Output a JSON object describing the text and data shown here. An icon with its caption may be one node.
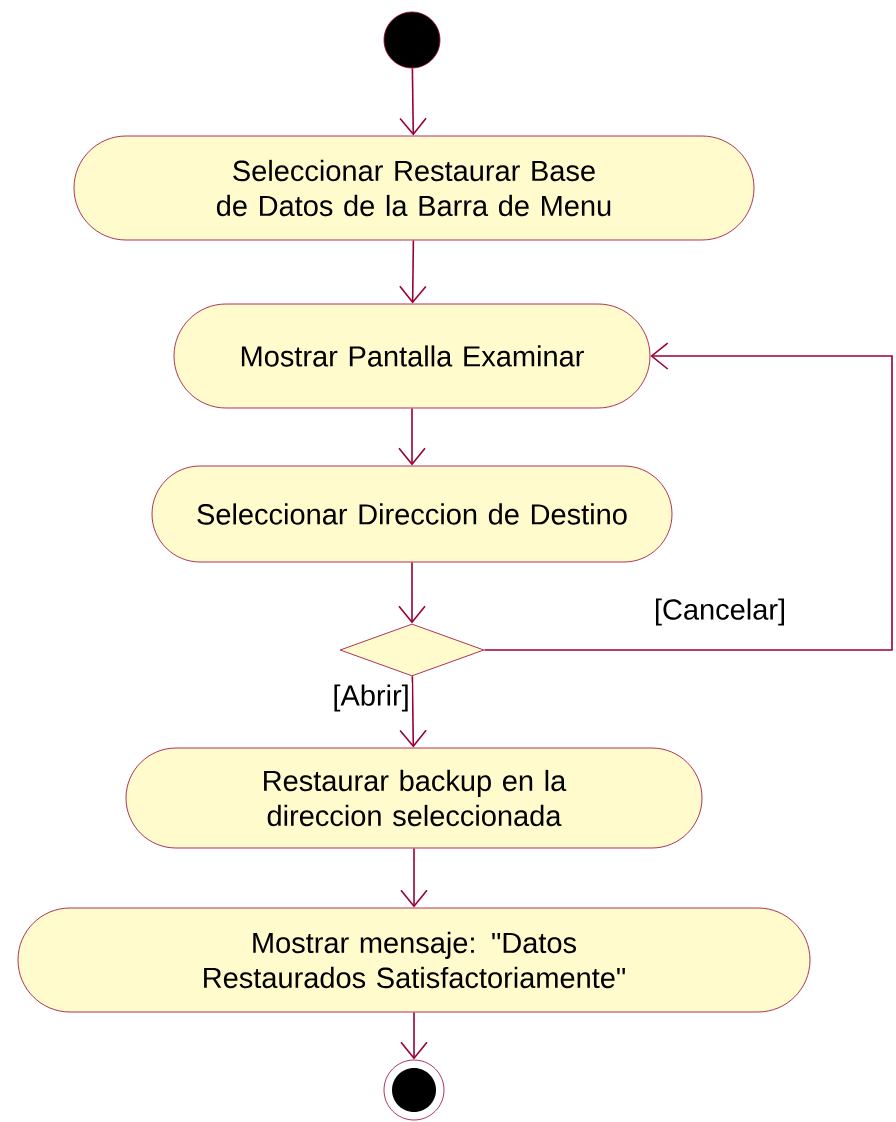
{
  "diagram": {
    "nodes": [
      {
        "text": [],
        "shape": "circle"
      },
      {
        "text": [
          "Seleccionar Restaurar Base de Datos de la Barra de Menu"
        ]
      },
      {
        "text": [
          "Mostrar Pantalla Examinar"
        ]
      },
      {
        "text": [
          "Seleccionar Direccion de Destino"
        ]
      },
      {
        "text": [],
        "shape": "diamond"
      },
      {
        "text": [
          "Restaurar backup en la direccion seleccionada"
        ]
      },
      {
        "text": [
          "Mostrar mensaje: \"Datos Restaurados Satisfactoriamente\""
        ]
      },
      {
        "text": [],
        "shape": "bullseye"
      }
    ],
    "edges": [
      {
        "from": 0,
        "to": 1,
        "arrow": "to"
      },
      {
        "from": 1,
        "to": 2,
        "arrow": "to"
      },
      {
        "from": 2,
        "to": 3,
        "arrow": "to"
      },
      {
        "from": 3,
        "to": 4,
        "arrow": "to"
      },
      {
        "from": 4,
        "to": 5,
        "arrow": "to",
        "label": "[Abrir]"
      },
      {
        "from": 5,
        "to": 6,
        "arrow": "to"
      },
      {
        "from": 6,
        "to": 7,
        "arrow": "to"
      },
      {
        "from": 4,
        "to": 2,
        "arrow": "to",
        "label": "[Cancelar]"
      }
    ]
  }
}
